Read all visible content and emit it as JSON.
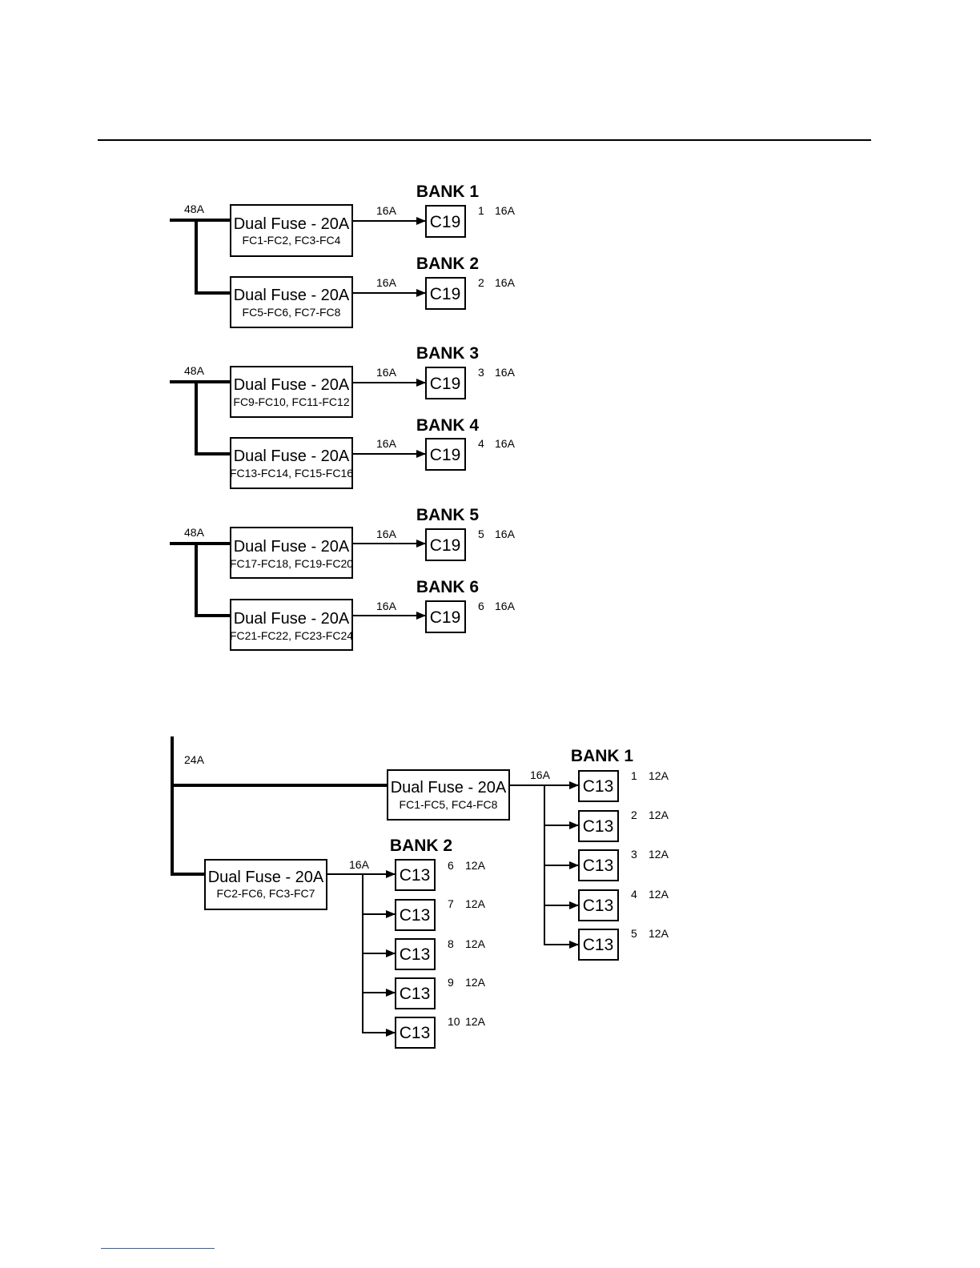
{
  "colors": {
    "line": "#000000",
    "footer_rule": "#2d5fb0"
  },
  "diagram_c19": {
    "groups": [
      {
        "input_label": "48A",
        "branches": [
          {
            "fuse_label": "Dual Fuse - 20A",
            "fuse_range": "FC1-FC2, FC3-FC4",
            "output_label": "16A",
            "bank_label": "BANK 1",
            "plug": "C19",
            "outlet_num": "1",
            "outlet_amp": "16A"
          },
          {
            "fuse_label": "Dual Fuse - 20A",
            "fuse_range": "FC5-FC6, FC7-FC8",
            "output_label": "16A",
            "bank_label": "BANK 2",
            "plug": "C19",
            "outlet_num": "2",
            "outlet_amp": "16A"
          }
        ]
      },
      {
        "input_label": "48A",
        "branches": [
          {
            "fuse_label": "Dual Fuse - 20A",
            "fuse_range": "FC9-FC10, FC11-FC12",
            "output_label": "16A",
            "bank_label": "BANK 3",
            "plug": "C19",
            "outlet_num": "3",
            "outlet_amp": "16A"
          },
          {
            "fuse_label": "Dual Fuse - 20A",
            "fuse_range": "FC13-FC14, FC15-FC16",
            "output_label": "16A",
            "bank_label": "BANK 4",
            "plug": "C19",
            "outlet_num": "4",
            "outlet_amp": "16A"
          }
        ]
      },
      {
        "input_label": "48A",
        "branches": [
          {
            "fuse_label": "Dual Fuse - 20A",
            "fuse_range": "FC17-FC18, FC19-FC20",
            "output_label": "16A",
            "bank_label": "BANK 5",
            "plug": "C19",
            "outlet_num": "5",
            "outlet_amp": "16A"
          },
          {
            "fuse_label": "Dual Fuse - 20A",
            "fuse_range": "FC21-FC22, FC23-FC24",
            "output_label": "16A",
            "bank_label": "BANK 6",
            "plug": "C19",
            "outlet_num": "6",
            "outlet_amp": "16A"
          }
        ]
      }
    ]
  },
  "diagram_c13": {
    "input_label": "24A",
    "banks": [
      {
        "fuse_label": "Dual Fuse - 20A",
        "fuse_range": "FC1-FC5, FC4-FC8",
        "output_label": "16A",
        "bank_label": "BANK 1",
        "outlets": [
          {
            "plug": "C13",
            "num": "1",
            "amp": "12A"
          },
          {
            "plug": "C13",
            "num": "2",
            "amp": "12A"
          },
          {
            "plug": "C13",
            "num": "3",
            "amp": "12A"
          },
          {
            "plug": "C13",
            "num": "4",
            "amp": "12A"
          },
          {
            "plug": "C13",
            "num": "5",
            "amp": "12A"
          }
        ]
      },
      {
        "fuse_label": "Dual Fuse - 20A",
        "fuse_range": "FC2-FC6, FC3-FC7",
        "output_label": "16A",
        "bank_label": "BANK 2",
        "outlets": [
          {
            "plug": "C13",
            "num": "6",
            "amp": "12A"
          },
          {
            "plug": "C13",
            "num": "7",
            "amp": "12A"
          },
          {
            "plug": "C13",
            "num": "8",
            "amp": "12A"
          },
          {
            "plug": "C13",
            "num": "9",
            "amp": "12A"
          },
          {
            "plug": "C13",
            "num": "10",
            "amp": "12A"
          }
        ]
      }
    ]
  }
}
